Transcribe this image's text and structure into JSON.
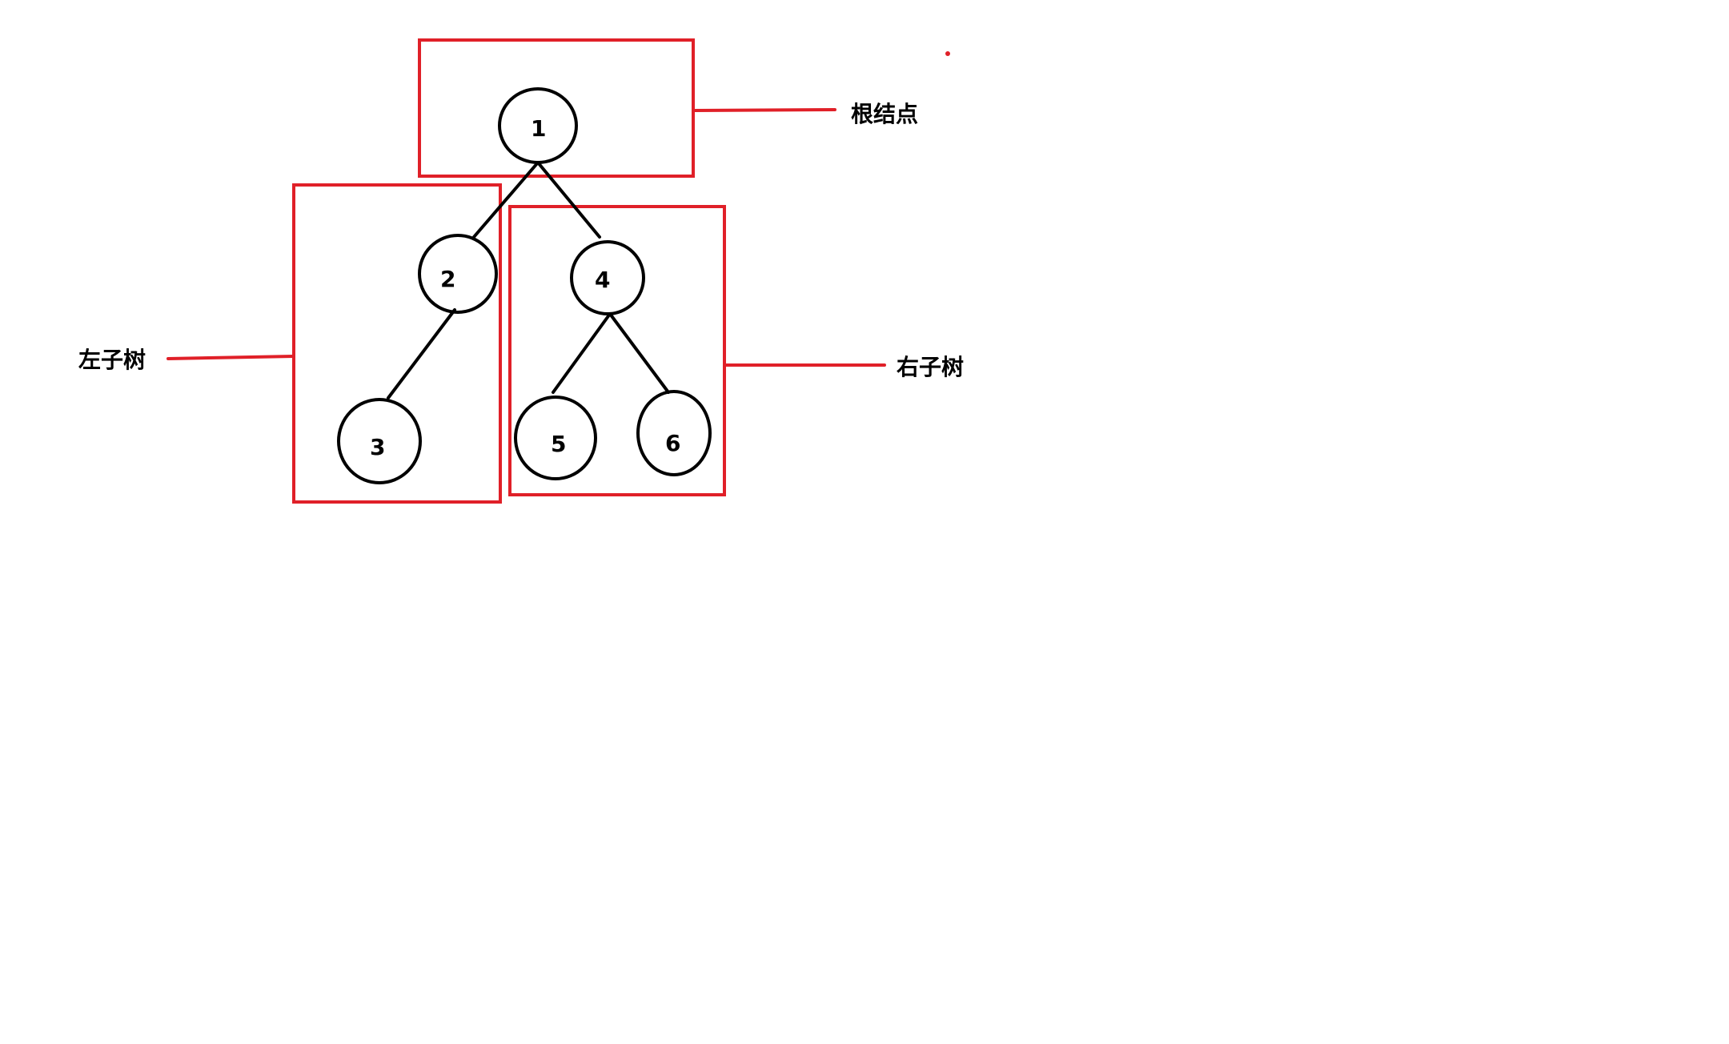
{
  "colors": {
    "highlight": "#e02028",
    "ink": "#000000",
    "background": "#ffffff"
  },
  "nodes": [
    {
      "id": "n1",
      "label": "1"
    },
    {
      "id": "n2",
      "label": "2"
    },
    {
      "id": "n3",
      "label": "3"
    },
    {
      "id": "n4",
      "label": "4"
    },
    {
      "id": "n5",
      "label": "5"
    },
    {
      "id": "n6",
      "label": "6"
    }
  ],
  "edges": [
    {
      "from": "n1",
      "to": "n2"
    },
    {
      "from": "n1",
      "to": "n4"
    },
    {
      "from": "n2",
      "to": "n3"
    },
    {
      "from": "n4",
      "to": "n5"
    },
    {
      "from": "n4",
      "to": "n6"
    }
  ],
  "callouts": {
    "root": {
      "label": "根结点"
    },
    "left_subtree": {
      "label": "左子树"
    },
    "right_subtree": {
      "label": "右子树"
    }
  }
}
